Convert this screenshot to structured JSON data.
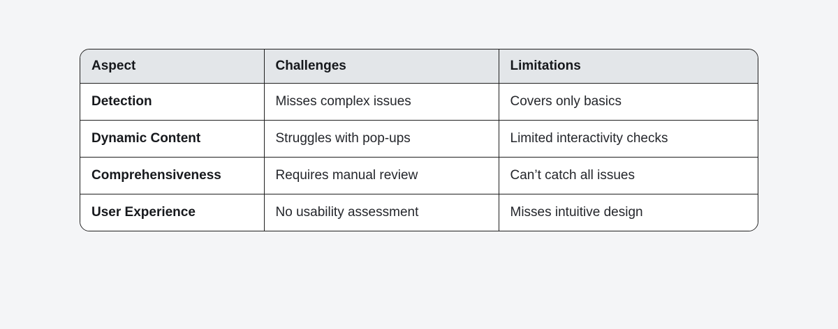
{
  "page": {
    "background_color": "#f4f5f7"
  },
  "table": {
    "header": [
      "Aspect",
      "Challenges",
      "Limitations"
    ],
    "rows": [
      [
        "Detection",
        "Misses complex issues",
        "Covers only basics"
      ],
      [
        "Dynamic Content",
        "Struggles with pop-ups",
        "Limited interactivity checks"
      ],
      [
        "Comprehensiveness",
        "Requires manual review",
        "Can’t catch all issues"
      ],
      [
        "User Experience",
        "No usability assessment",
        "Misses intuitive design"
      ]
    ],
    "style": {
      "header_background": "#e3e6e9",
      "body_background": "#ffffff",
      "border_color": "#1f1f1f",
      "header_text_color": "#16181c",
      "body_text_color": "#24262b"
    }
  },
  "chart_data": {
    "type": "table",
    "title": "",
    "columns": [
      "Aspect",
      "Challenges",
      "Limitations"
    ],
    "rows": [
      {
        "aspect": "Detection",
        "challenges": "Misses complex issues",
        "limitations": "Covers only basics"
      },
      {
        "aspect": "Dynamic Content",
        "challenges": "Struggles with pop-ups",
        "limitations": "Limited interactivity checks"
      },
      {
        "aspect": "Comprehensiveness",
        "challenges": "Requires manual review",
        "limitations": "Can’t catch all issues"
      },
      {
        "aspect": "User Experience",
        "challenges": "No usability assessment",
        "limitations": "Misses intuitive design"
      }
    ],
    "layout_hints": {
      "header_row_shaded": true,
      "rounded_outer_border": true,
      "grid": true
    }
  }
}
